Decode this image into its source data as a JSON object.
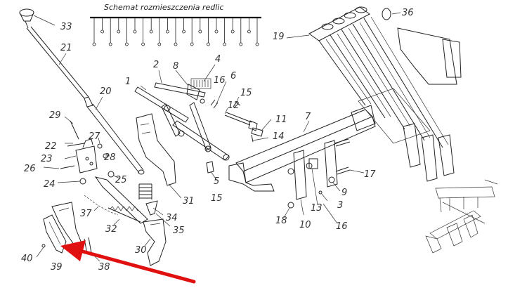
{
  "diagram": {
    "title": "Schemat rozmieszczenia redlic",
    "part_labels": [
      "33",
      "21",
      "20",
      "29",
      "22",
      "23",
      "27",
      "28",
      "26",
      "24",
      "25",
      "37",
      "32",
      "34",
      "31",
      "35",
      "30",
      "40",
      "39",
      "38",
      "2",
      "8",
      "4",
      "16",
      "6",
      "1",
      "15",
      "12",
      "11",
      "14",
      "5",
      "15",
      "7",
      "19",
      "36",
      "17",
      "9",
      "3",
      "16",
      "13",
      "10",
      "18"
    ],
    "pointer_color": "#e01010"
  }
}
